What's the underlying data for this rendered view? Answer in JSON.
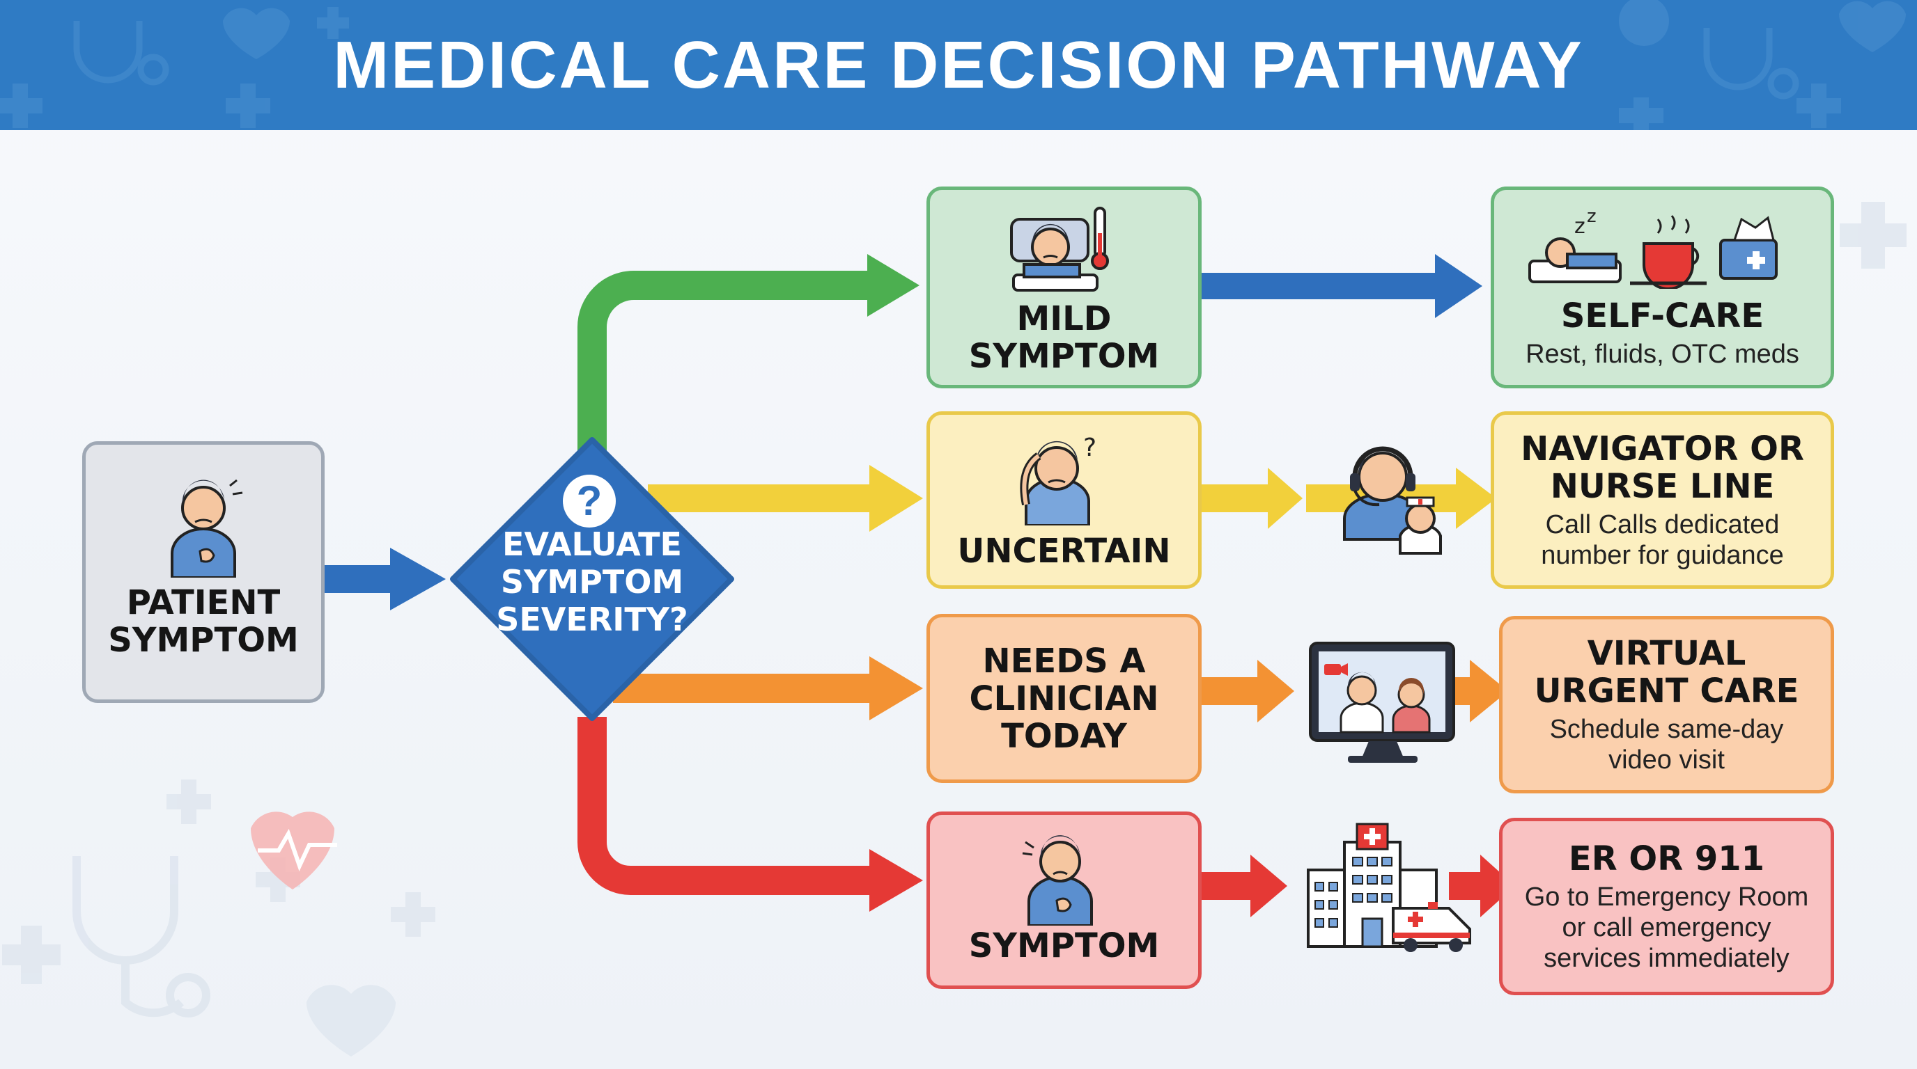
{
  "header": {
    "title": "MEDICAL CARE DECISION PATHWAY"
  },
  "colors": {
    "header_blue": "#2f7bc4",
    "decision_blue": "#2f6fbd",
    "green": "#4caf50",
    "yellow": "#f2d03b",
    "orange": "#f39233",
    "red": "#e53935"
  },
  "start": {
    "title": "PATIENT\nSYMPTOM",
    "icon": "patient-chest-pain-icon"
  },
  "decision": {
    "title": "EVALUATE\nSYMPTOM\nSEVERITY?",
    "icon": "question-mark-icon"
  },
  "branches": [
    {
      "condition": "MILD\nSYMPTOM",
      "condition_icon": "sick-in-bed-thermometer-icon",
      "action_title": "SELF-CARE",
      "action_desc": "Rest, fluids, OTC meds",
      "action_icon": "sleeping-tea-tissues-icon"
    },
    {
      "condition": "UNCERTAIN",
      "condition_icon": "confused-person-icon",
      "middle_icon": "nurse-headset-icon",
      "action_title": "NAVIGATOR OR\nNURSE LINE",
      "action_desc": "Call Calls dedicated\nnumber for guidance"
    },
    {
      "condition": "NEEDS A\nCLINICIAN\nTODAY",
      "middle_icon": "video-call-monitor-icon",
      "action_title": "VIRTUAL\nURGENT CARE",
      "action_desc": "Schedule same-day\nvideo visit"
    },
    {
      "condition": "SYMPTOM",
      "condition_icon": "patient-chest-pain-icon",
      "middle_icon": "hospital-ambulance-icon",
      "action_title": "ER OR 911",
      "action_desc": "Go to Emergency Room\nor call emergency\nservices immediately"
    }
  ]
}
